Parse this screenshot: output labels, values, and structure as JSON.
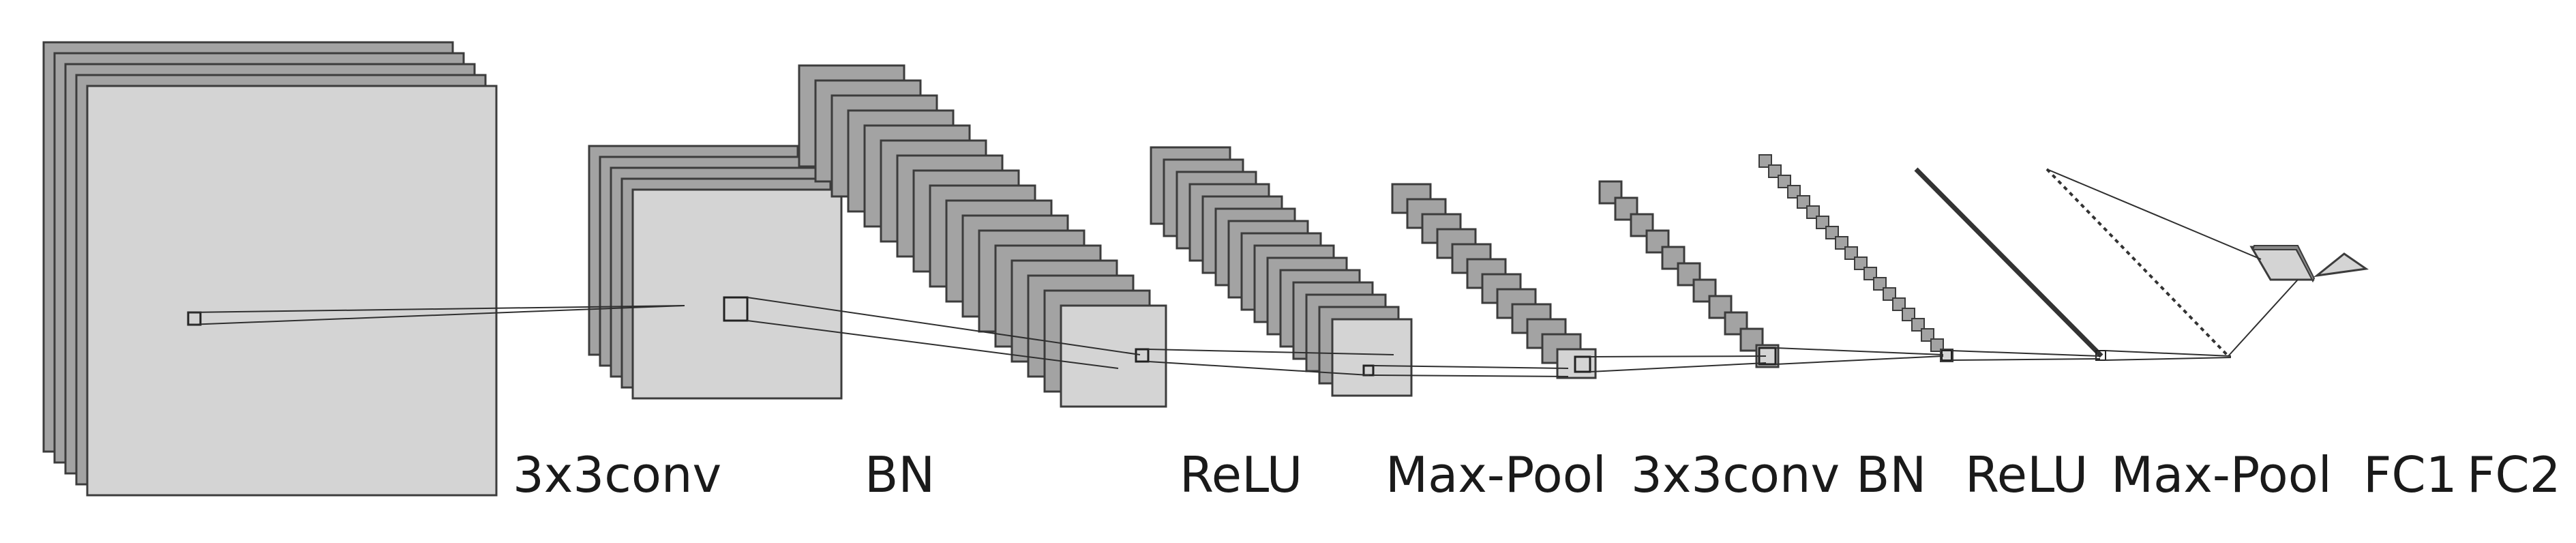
{
  "layers": [
    {
      "id": "input-volume",
      "label": ""
    },
    {
      "id": "conv1",
      "label": "3x3conv"
    },
    {
      "id": "bn1",
      "label": "BN"
    },
    {
      "id": "relu1",
      "label": "ReLU"
    },
    {
      "id": "maxpool1",
      "label": "Max-Pool"
    },
    {
      "id": "conv2",
      "label": "3x3conv"
    },
    {
      "id": "bn2",
      "label": "BN"
    },
    {
      "id": "relu2",
      "label": "ReLU"
    },
    {
      "id": "maxpool2",
      "label": "Max-Pool"
    },
    {
      "id": "fc1",
      "label": "FC1"
    },
    {
      "id": "fc2",
      "label": "FC2"
    }
  ],
  "colors": {
    "face": "#d4d4d4",
    "slice_fill": "#a3a3a3",
    "stroke": "#3c3c3c",
    "connection": "#2f2f2f",
    "label": "#1a1a1a"
  }
}
